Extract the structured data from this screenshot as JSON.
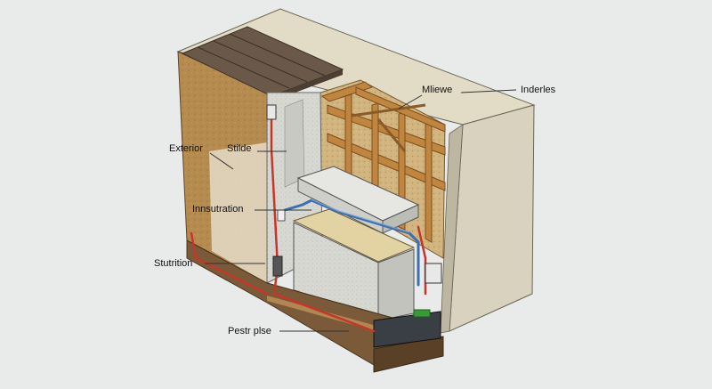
{
  "labels": {
    "exterior": "Exterior",
    "stilde": "Stilde",
    "innsutration": "Innsutration",
    "stutrition": "Stutrition",
    "pestr_plse": "Pestr plse",
    "miewe": "Mliewe",
    "inderles": "Inderles"
  },
  "colors": {
    "background": "#e9ebea",
    "outer_wall": "#d8d2be",
    "left_panel": "#b48a4e",
    "roof_boards": "#6a5848",
    "timber_frame": "#c0853e",
    "insulation_fill": "#cfb27a",
    "concrete_block": "#d9d9d4",
    "red_pipe": "#c8352b",
    "blue_pipe": "#3d6fb0",
    "base_slab": "#2f3338"
  }
}
